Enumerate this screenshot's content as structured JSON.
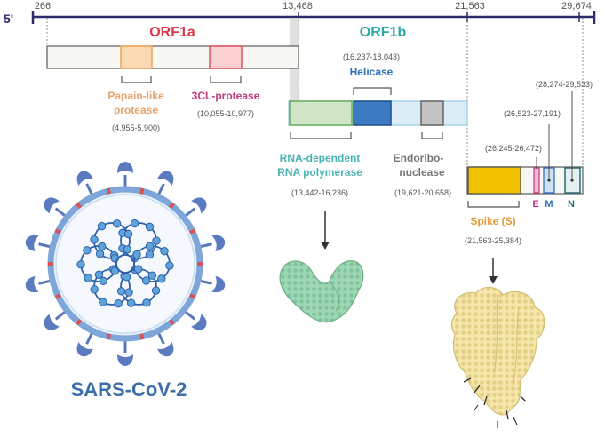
{
  "axis": {
    "five_prime": "5'",
    "ticks": [
      "266",
      "13,468",
      "21,563",
      "29,674"
    ]
  },
  "orf1a": {
    "title": "ORF1a",
    "papain": {
      "name_line1": "Papain-like",
      "name_line2": "protease",
      "range": "(4,955-5,900)"
    },
    "clpro": {
      "name": "3CL-protease",
      "range": "(10,055-10,977)"
    }
  },
  "orf1b": {
    "title": "ORF1b",
    "helicase": {
      "name": "Helicase",
      "range": "(16,237-18,043)"
    },
    "rdrp": {
      "name_line1": "RNA-dependent",
      "name_line2": "RNA polymerase",
      "range": "(13,442-16,236)"
    },
    "endo": {
      "name_line1": "Endoribo-",
      "name_line2": "nuclease",
      "range": "(19,621-20,658)"
    }
  },
  "structural": {
    "spike": {
      "name": "Spike (S)",
      "range": "(21,563-25,384)"
    },
    "e": {
      "label": "E",
      "range": "(26,245-26,472)"
    },
    "m": {
      "label": "M",
      "range": "(26,523-27,191)"
    },
    "n": {
      "label": "N",
      "range": "(28,274-29,533)"
    }
  },
  "virus_name": "SARS-CoV-2",
  "colors": {
    "axis": "#2d2a6e",
    "orf1a_title": "#d6394a",
    "orf1b_title": "#2aa7a7",
    "papain": "#f2a25a",
    "clpro": "#e0525d",
    "rdrp": "#6aaa5e",
    "helicase": "#2f6fb5",
    "endo": "#8a8a8a",
    "spike": "#f2c200",
    "e": "#c0397a",
    "m": "#2f6fb5",
    "n": "#2c6b70",
    "virus_text": "#3b6ea8",
    "virus_body": "#4a86c7",
    "virus_spike": "#5878b8",
    "protein_green": "#8fcfa8",
    "protein_yellow": "#f0e0a0"
  }
}
